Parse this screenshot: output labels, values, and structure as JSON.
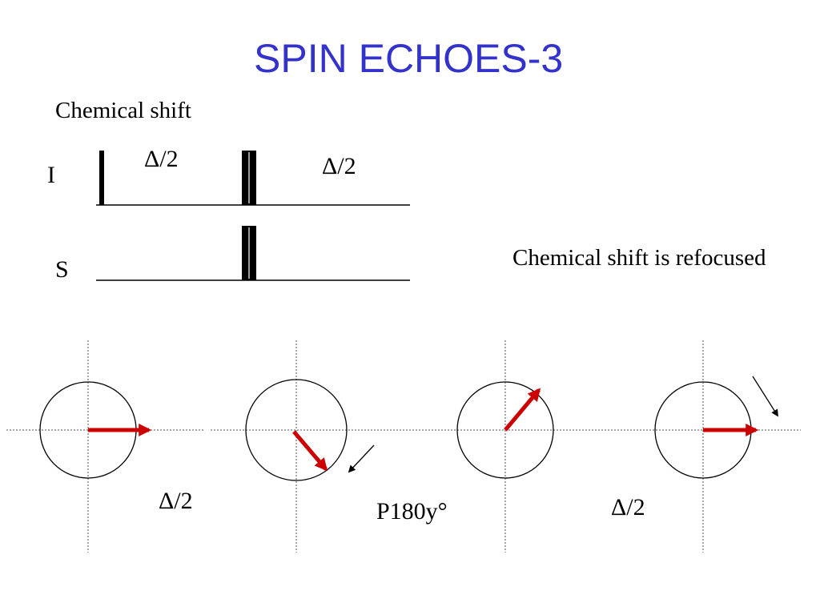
{
  "title": "SPIN ECHOES-3",
  "subtitle": "Chemical shift",
  "caption": "Chemical shift is refocused",
  "pulse_sequence": {
    "channel_i": "I",
    "channel_s": "S",
    "delay_first": "Δ/2",
    "delay_second": "Δ/2"
  },
  "vector_diagrams": {
    "delay_1": "Δ/2",
    "pulse": "P180y°",
    "delay_2": "Δ/2",
    "colors": {
      "vector": "#cc0000",
      "axis": "#555555",
      "circle": "#000000",
      "title": "#3333cc"
    }
  }
}
